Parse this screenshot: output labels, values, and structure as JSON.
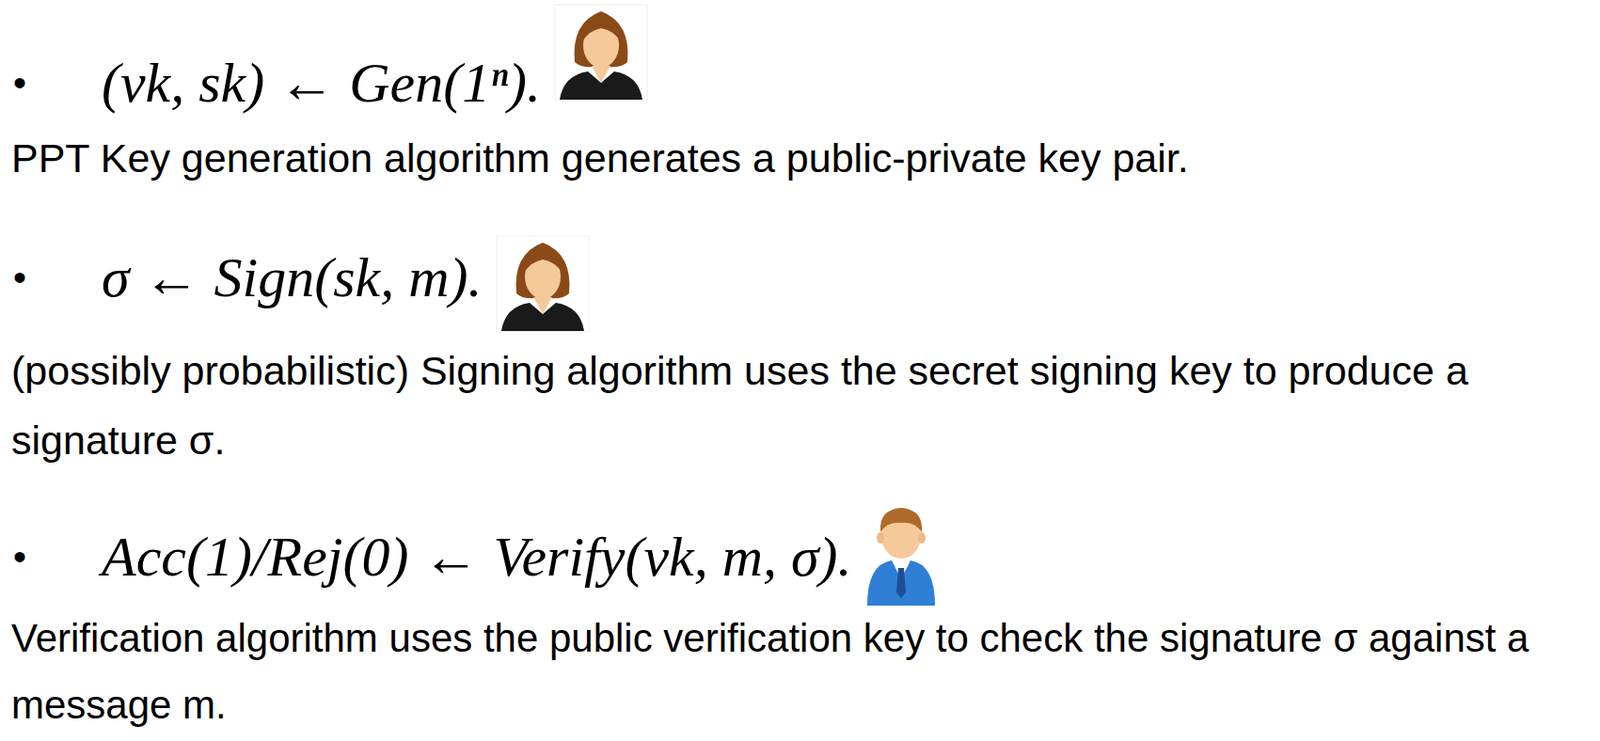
{
  "diagram": {
    "labels": [
      "•",
      "(vk, sk) ← Gen(1ⁿ).",
      "PPT Key generation algorithm generates a public-private key pair.",
      "•",
      "σ ← Sign(sk, m).",
      "(possibly probabilistic) Signing algorithm uses the secret signing key to produce a signature σ.",
      "•",
      "Acc(1)/Rej(0) ← Verify(vk, m, σ).",
      "Verification algorithm uses the public verification key to check the signature σ against a message m."
    ]
  }
}
